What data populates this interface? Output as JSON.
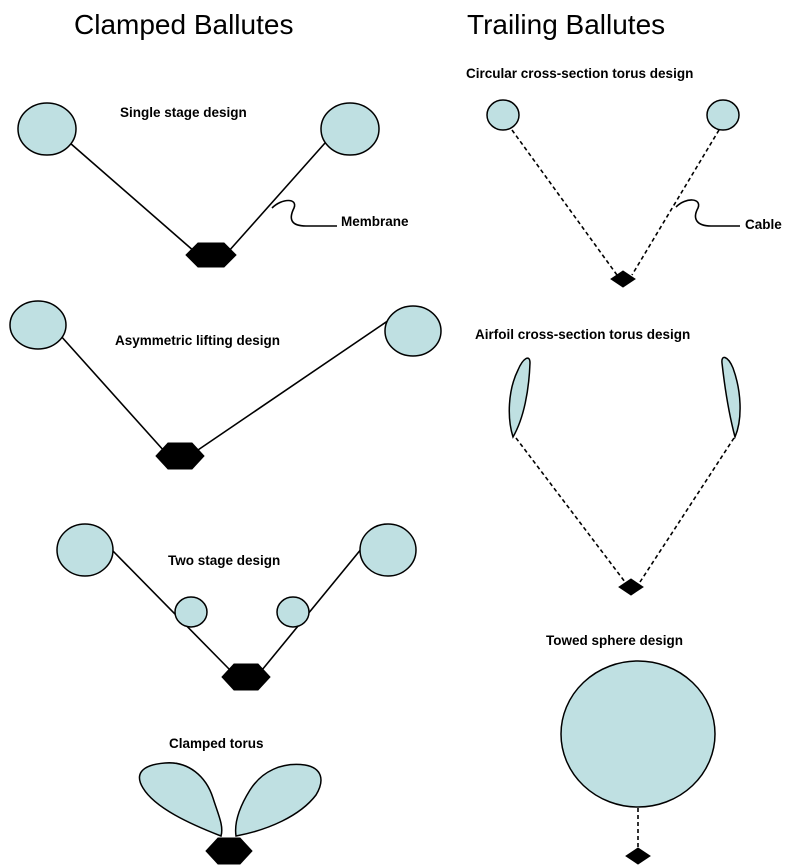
{
  "colors": {
    "ballute_fill": "#bfe0e2",
    "payload_fill": "#000000",
    "line": "#000000",
    "background": "#ffffff"
  },
  "clamped": {
    "title": "Clamped Ballutes",
    "single_stage": {
      "label": "Single stage design",
      "callout": "Membrane"
    },
    "asymmetric": {
      "label": "Asymmetric lifting design"
    },
    "two_stage": {
      "label": "Two stage design"
    },
    "torus": {
      "label": "Clamped torus"
    }
  },
  "trailing": {
    "title": "Trailing Ballutes",
    "circular": {
      "label": "Circular cross-section torus design",
      "callout": "Cable"
    },
    "airfoil": {
      "label": "Airfoil cross-section torus design"
    },
    "towed_sphere": {
      "label": "Towed sphere design"
    }
  }
}
